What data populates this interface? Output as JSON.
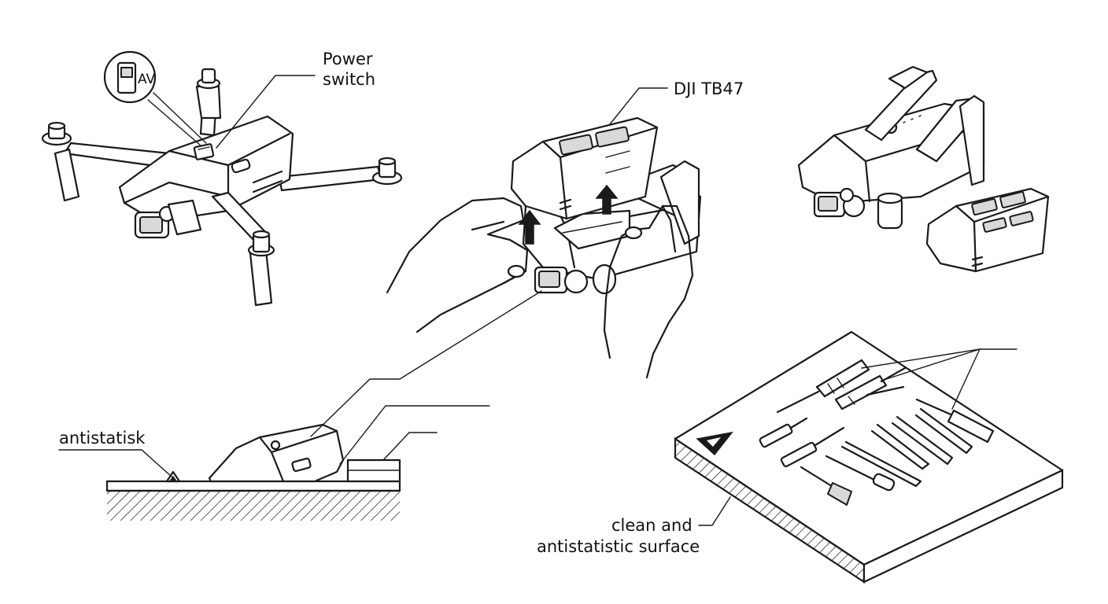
{
  "labels": {
    "power_switch_1": "Power",
    "power_switch_2": "switch",
    "av": "AV",
    "battery_model": "DJI TB47",
    "antistatic_short": "antistatisk",
    "surface_1": "clean and",
    "surface_2": "antistatistic surface"
  },
  "colors": {
    "line": "#1a1a1a",
    "background": "#ffffff"
  }
}
